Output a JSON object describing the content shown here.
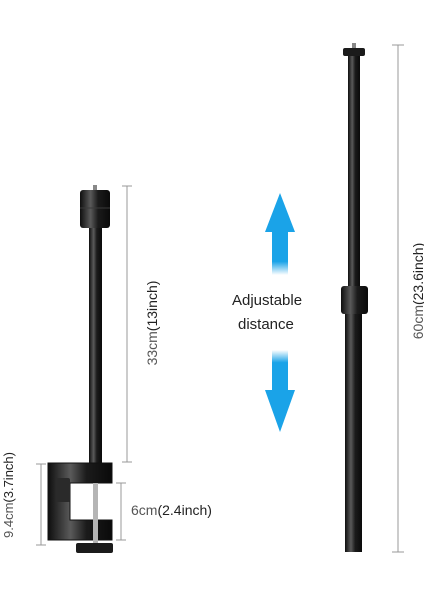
{
  "annotations": {
    "adjustable_line1": "Adjustable",
    "adjustable_line2": "distance",
    "dim_33": {
      "main": "33cm",
      "paren": "(13inch)"
    },
    "dim_60": {
      "main": "60cm",
      "paren": "(23.6inch)"
    },
    "dim_9_4": {
      "main": "9.4cm",
      "paren": "(3.7inch)"
    },
    "dim_6": {
      "main": "6cm",
      "paren": "(2.4inch)"
    }
  },
  "colors": {
    "pole": "#1b1b1b",
    "pole_highlight": "#5a5a5a",
    "arrow": "#1aa3e8",
    "dimension_line": "#999999"
  }
}
